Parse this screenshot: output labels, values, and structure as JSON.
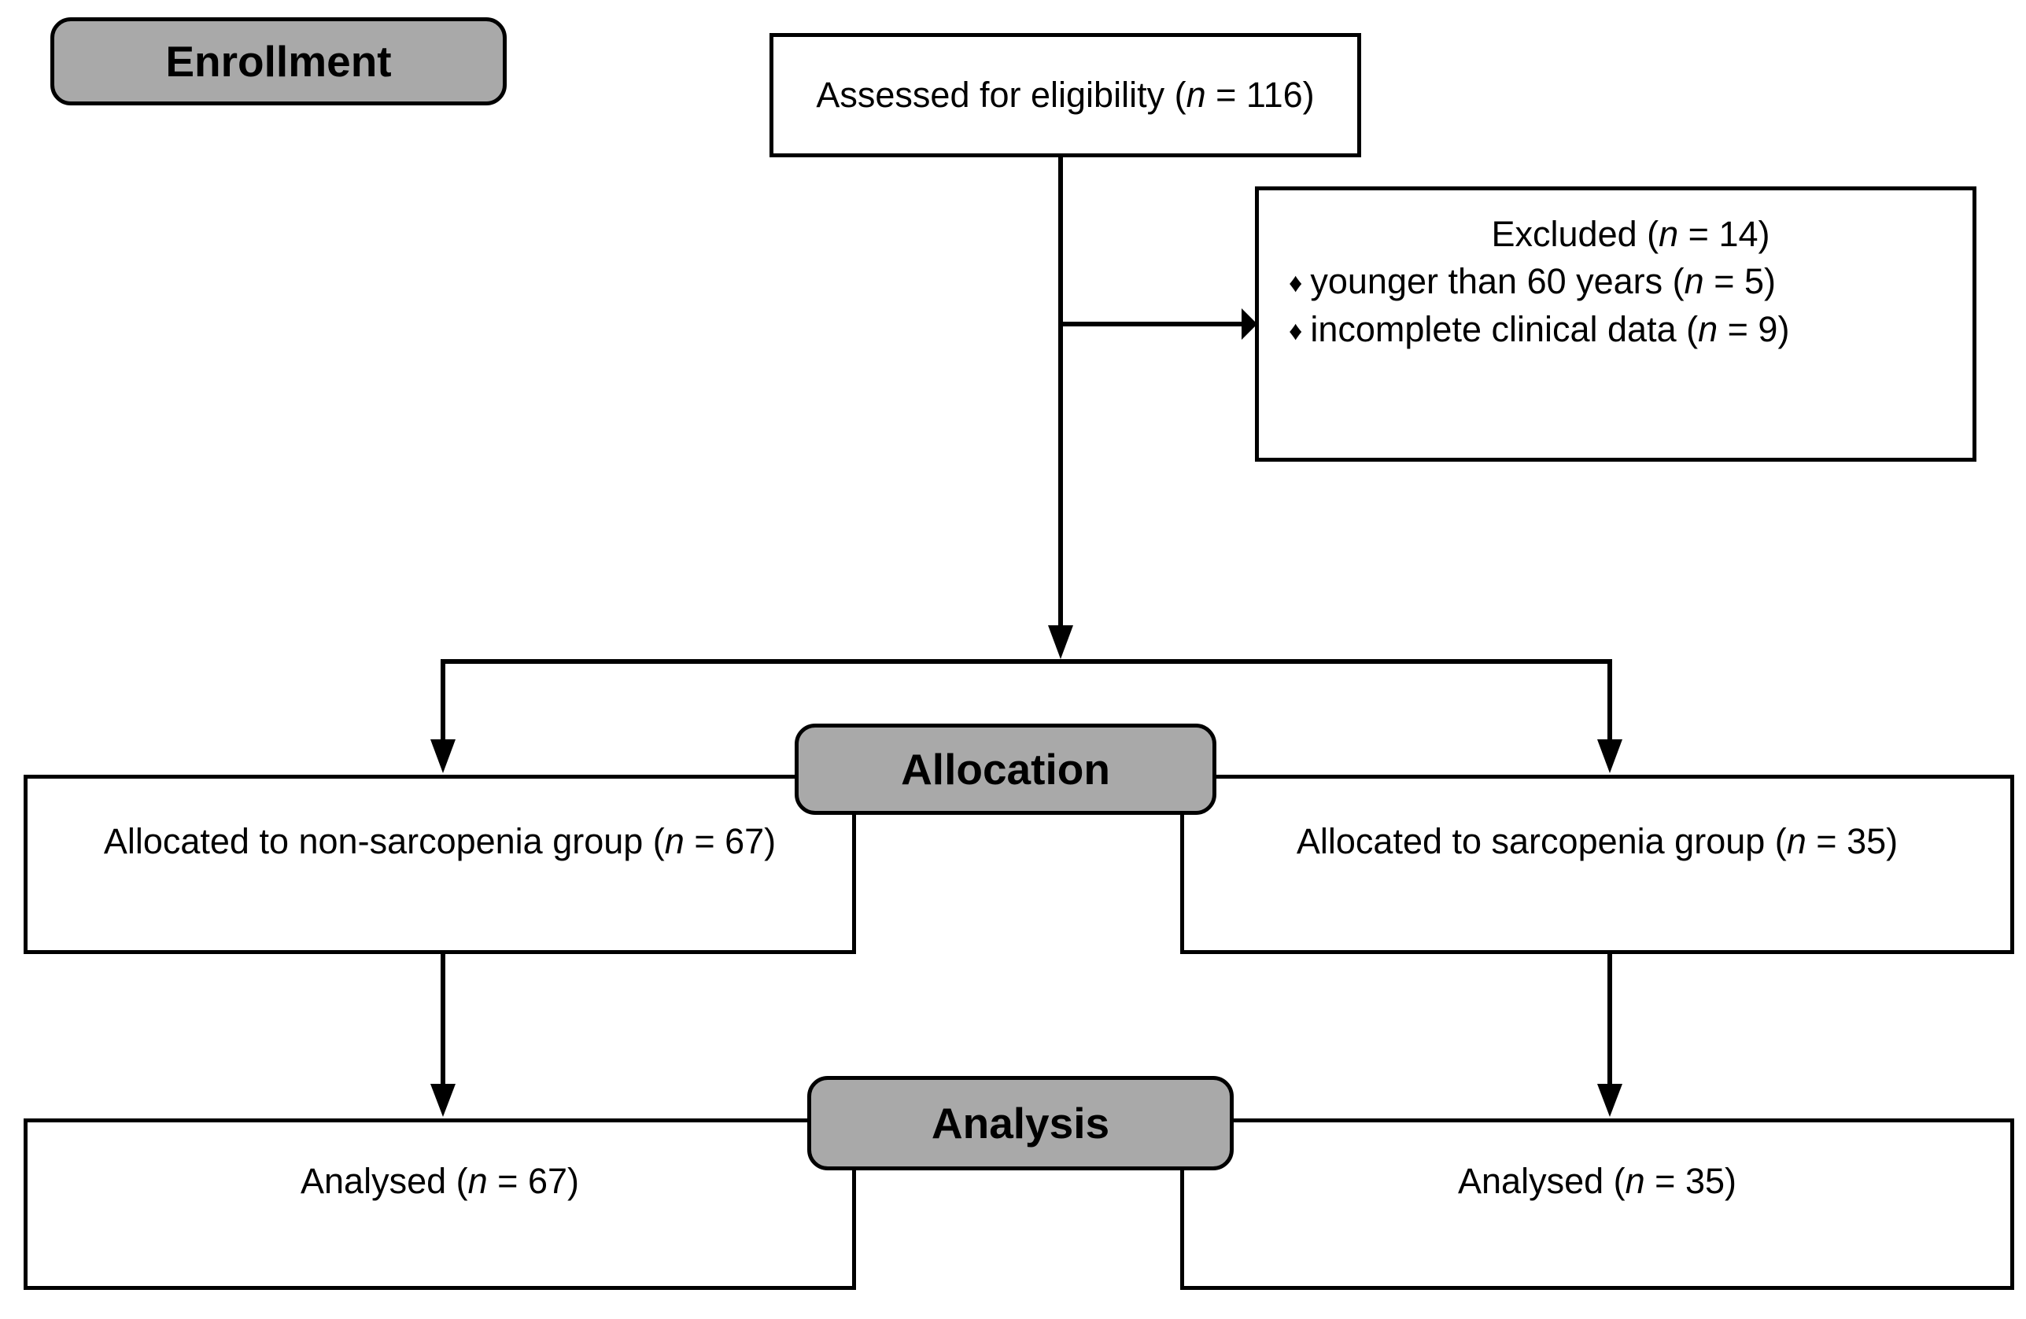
{
  "figure": {
    "type": "consort-flow-diagram",
    "title": "CONSORT participant flow diagram",
    "colors": {
      "stage_badge_fill": "#a9a9a9",
      "box_fill": "#ffffff",
      "stroke": "#000000",
      "text": "#000000"
    }
  },
  "stages": [
    {
      "id": "enrollment",
      "label": "Enrollment"
    },
    {
      "id": "allocation",
      "label": "Allocation"
    },
    {
      "id": "analysis",
      "label": "Analysis"
    }
  ],
  "boxes": {
    "assessed": {
      "text_plain": "Assessed for eligibility (n = 116)",
      "prefix": "Assessed for eligibility (",
      "italic": "n",
      "suffix": " = 116)",
      "n": 116
    },
    "excluded": {
      "header_prefix": "Excluded (",
      "header_italic": "n",
      "header_suffix": " = 14)",
      "header_plain": "Excluded (n = 14)",
      "n": 14,
      "bullet_glyph": "♦",
      "reasons": [
        {
          "prefix": "younger than 60 years (",
          "italic": "n",
          "suffix": " = 5)",
          "text_plain": "younger than 60 years (n = 5)",
          "n": 5
        },
        {
          "prefix": "incomplete clinical data (",
          "italic": "n",
          "suffix": " = 9)",
          "text_plain": "incomplete clinical data (n = 9)",
          "n": 9
        }
      ]
    },
    "allocated_left": {
      "prefix": "Allocated to non-sarcopenia group (",
      "italic": "n",
      "suffix": " = 67)",
      "text_plain": "Allocated to non-sarcopenia group (n = 67)",
      "group": "non-sarcopenia",
      "n": 67
    },
    "allocated_right": {
      "prefix": "Allocated to sarcopenia group (",
      "italic": "n",
      "suffix": " = 35)",
      "text_plain": "Allocated to sarcopenia group (n = 35)",
      "group": "sarcopenia",
      "n": 35
    },
    "analysed_left": {
      "prefix": "Analysed (",
      "italic": "n",
      "suffix": " = 67)",
      "text_plain": "Analysed (n = 67)",
      "group": "non-sarcopenia",
      "n": 67
    },
    "analysed_right": {
      "prefix": "Analysed (",
      "italic": "n",
      "suffix": " = 35)",
      "text_plain": "Analysed (n = 35)",
      "group": "sarcopenia",
      "n": 35
    }
  },
  "connectors": [
    {
      "from": "assessed",
      "to": "excluded",
      "kind": "elbow-right-arrow"
    },
    {
      "from": "assessed",
      "to": "allocation-split",
      "kind": "vertical-arrow"
    },
    {
      "from": "allocation-split",
      "to": "allocated_left",
      "kind": "vertical-arrow"
    },
    {
      "from": "allocation-split",
      "to": "allocated_right",
      "kind": "vertical-arrow"
    },
    {
      "from": "allocated_left",
      "to": "analysed_left",
      "kind": "vertical-arrow"
    },
    {
      "from": "allocated_right",
      "to": "analysed_right",
      "kind": "vertical-arrow"
    }
  ]
}
